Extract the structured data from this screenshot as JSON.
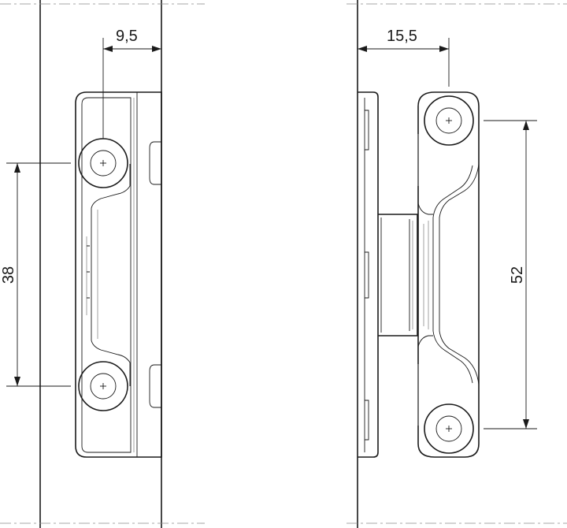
{
  "drawing": {
    "left_view": {
      "dim_top": "9,5",
      "dim_side": "38"
    },
    "right_view": {
      "dim_top": "15,5",
      "dim_side": "52"
    }
  }
}
